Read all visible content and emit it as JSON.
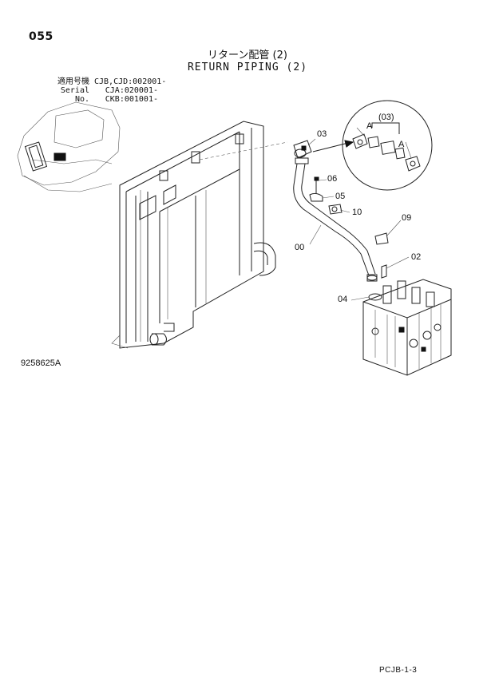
{
  "page": {
    "number": "055",
    "footer_code": "PCJB-1-3",
    "drawing_code": "9258625A"
  },
  "title": {
    "jp": "リターン配管 (2)",
    "en": "RETURN PIPING (2)"
  },
  "serial": {
    "label_jp": "適用号機",
    "label_en": "Serial No.",
    "values": [
      "CJB,CJD:002001-",
      "CJA:020001-",
      "CKB:001001-"
    ]
  },
  "callouts": {
    "c03": "03",
    "c03_group": "(03)",
    "a1": "A",
    "a2": "A",
    "c06": "06",
    "c05": "05",
    "c10": "10",
    "c09": "09",
    "c00": "00",
    "c02": "02",
    "c04": "04"
  }
}
